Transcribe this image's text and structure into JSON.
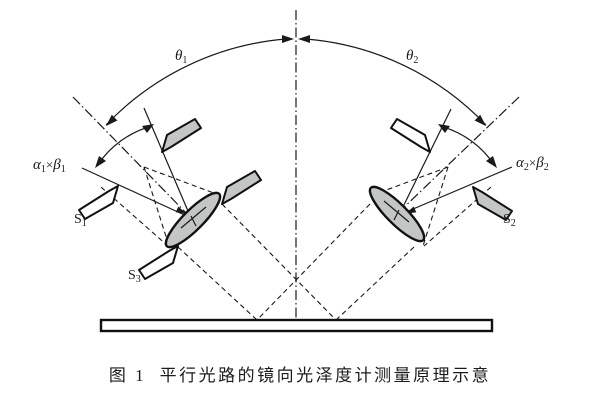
{
  "figure": {
    "caption": "图 1  平行光路的镜向光泽度计测量原理示意",
    "labels": {
      "theta1": {
        "base": "θ",
        "sub": "1"
      },
      "theta2": {
        "base": "θ",
        "sub": "2"
      },
      "alpha_beta_1": {
        "alpha": "α",
        "alpha_sub": "1",
        "times": "×",
        "beta": "β",
        "beta_sub": "1"
      },
      "alpha_beta_2": {
        "alpha": "α",
        "alpha_sub": "2",
        "times": "×",
        "beta": "β",
        "beta_sub": "2"
      },
      "s1": {
        "base": "S",
        "sub": "1"
      },
      "s2": {
        "base": "S",
        "sub": "2"
      },
      "s3": {
        "base": "S",
        "sub": "3"
      }
    },
    "colors": {
      "line": "#1a1a1a",
      "lens_fill": "#c4c6c6",
      "aperture_fill_gray": "#c4c6c6",
      "aperture_fill_white": "#ffffff",
      "background": "#ffffff"
    }
  }
}
